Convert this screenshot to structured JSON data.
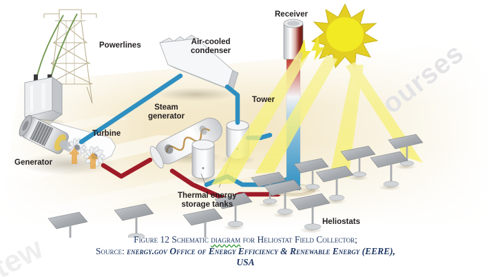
{
  "figure": {
    "title": "Schematic diagram for heliostat field collector",
    "type": "power-tower concentrating solar power plant schematic"
  },
  "diagram_labels": {
    "powerlines": "Powerlines",
    "air_cooled_condenser": "Air-cooled\ncondenser",
    "steam_generator": "Steam\ngenerator",
    "turbine": "Turbine",
    "generator": "Generator",
    "thermal_energy_storage_tanks": "Thermal energy\nstorage tanks",
    "receiver": "Receiver",
    "tower": "Tower",
    "heliostats": "Heliostats"
  },
  "caption": {
    "line1_prefix": "Figure 12",
    "line1_a": " Schematic ",
    "line1_misspelled": "diagram",
    "line1_b": " for Heliostat Field Collector;",
    "line2_lead": "Source: ",
    "line2_body": "energy.gov Office of Energy Efficiency & Renewable Energy (EERE),",
    "line3": "USA"
  },
  "watermarks": {
    "right": "ourses",
    "bottom_left": "tew"
  },
  "colors": {
    "ground_beige": "#f3e7c6",
    "ground_light": "#faf4e2",
    "cold_pipe_blue": "#2e8fc0",
    "hot_pipe_red": "#9e1b28",
    "power_line_green": "#5f8f3f",
    "sun_yellow": "#f2ea23",
    "sun_outline": "#cdb72a",
    "beam_yellow": "#f5f05a",
    "metal_grey": "#d9dadc",
    "metal_dark": "#9b9da0",
    "caption_navy": "#1F3864",
    "spellcheck_green": "#3a9a3a",
    "label_black": "#231f20",
    "watermark_grey": "#e2e2e4"
  }
}
